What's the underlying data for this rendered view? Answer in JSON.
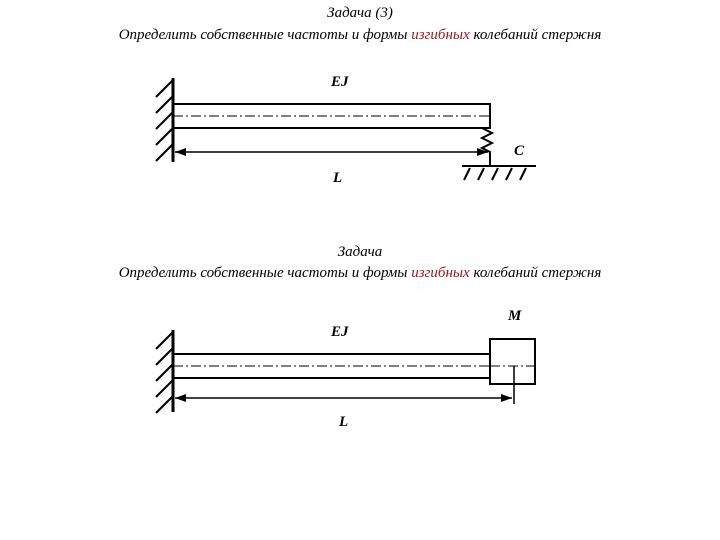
{
  "task1": {
    "heading": "Задача (3)",
    "line_before": "Определить собственные частоты и формы ",
    "line_highlight": "изгибных",
    "line_after": " колебаний  стержня",
    "stiffness_label": "EJ",
    "spring_label": "C",
    "length_label": "L"
  },
  "task2": {
    "heading": "Задача",
    "line_before": "Определить собственные частоты и формы ",
    "line_highlight": "изгибных",
    "line_after": " колебаний  стержня",
    "stiffness_label": "EJ",
    "mass_label": "M",
    "length_label": "L"
  },
  "colors": {
    "highlight": "#a01818",
    "ink": "#000000"
  }
}
